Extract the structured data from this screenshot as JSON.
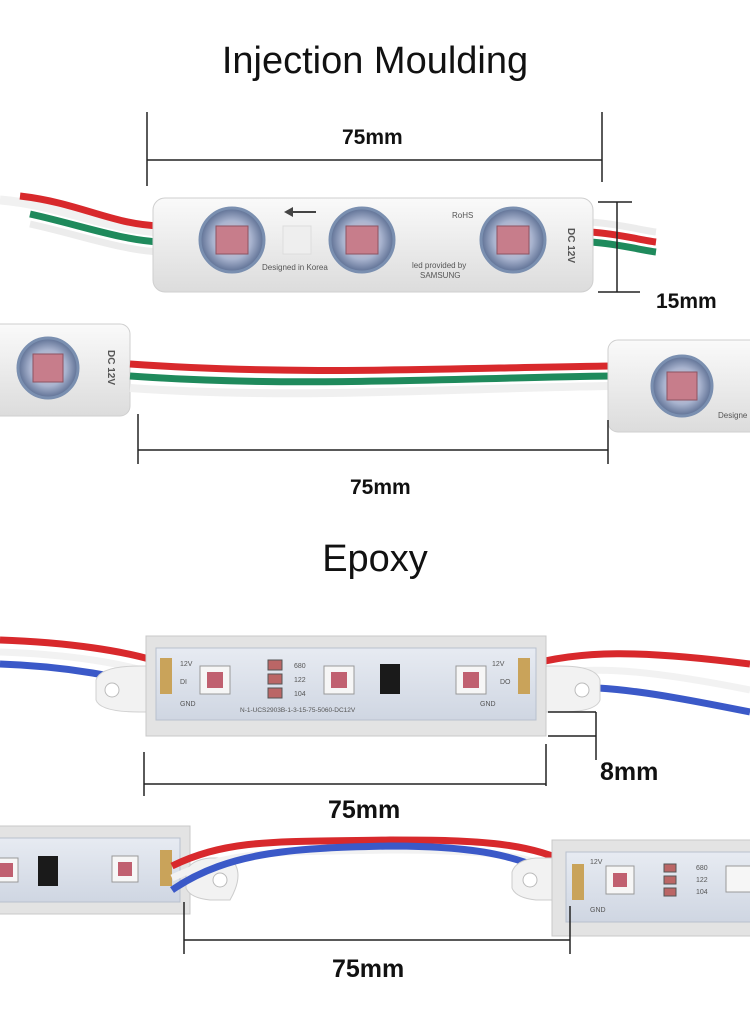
{
  "sections": {
    "injection": {
      "title": "Injection Moulding",
      "width_top": "75mm",
      "height": "15mm",
      "spacing": "75mm",
      "module_text": {
        "left": "Designed in Korea",
        "right_line1": "led provided by",
        "right_line2": "SAMSUNG",
        "voltage": "DC 12V",
        "rohs": "RoHS",
        "partial_right": "Designe"
      }
    },
    "epoxy": {
      "title": "Epoxy",
      "height": "8mm",
      "width_top": "75mm",
      "spacing": "75mm",
      "board_text": {
        "v12": "12V",
        "di": "DI",
        "do": "DO",
        "gnd": "GND",
        "part_number": "N-1-UCS2903B-1-3-15-75-5060-DC12V",
        "r680": "680",
        "r122": "122",
        "r104": "104"
      }
    }
  },
  "colors": {
    "wire_red": "#d8292c",
    "wire_green": "#1f8a5c",
    "wire_blue": "#3b59c8",
    "module_white": "#f3f3f3",
    "led_ring": "#7a8fb0",
    "led_chip": "#c06070"
  }
}
